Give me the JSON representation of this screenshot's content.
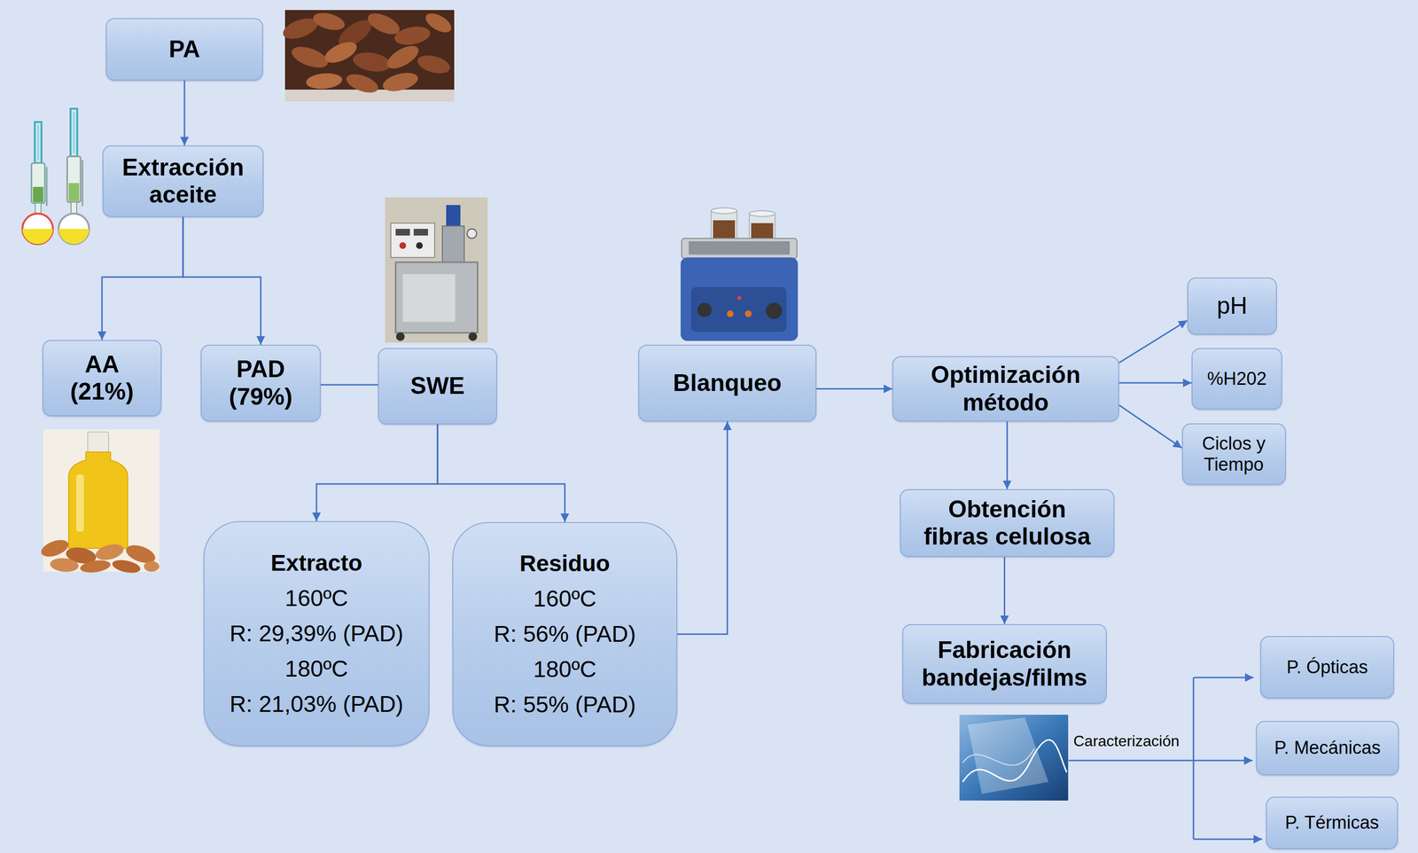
{
  "diagram": {
    "nodes": [
      {
        "text": [
          "PA"
        ]
      },
      {
        "text": [
          "Extracción aceite"
        ]
      },
      {
        "text": [
          "AA (21%)"
        ]
      },
      {
        "text": [
          "PAD (79%)"
        ]
      },
      {
        "text": [
          "SWE"
        ]
      },
      {
        "text": [
          "Extracto",
          "160ºC",
          "R: 29,39% (PAD)",
          "180ºC",
          "R: 21,03% (PAD)"
        ]
      },
      {
        "text": [
          "Residuo",
          "160ºC",
          "R: 56% (PAD)",
          "180ºC",
          "R: 55% (PAD)"
        ]
      },
      {
        "text": [
          "Blanqueo"
        ]
      },
      {
        "text": [
          "Optimización método"
        ]
      },
      {
        "text": [
          "pH"
        ]
      },
      {
        "text": [
          "%H202"
        ]
      },
      {
        "text": [
          "Ciclos y Tiempo"
        ]
      },
      {
        "text": [
          "Obtención fibras celulosa"
        ]
      },
      {
        "text": [
          "Fabricación bandejas/films"
        ]
      },
      {
        "text": [
          "P. Ópticas"
        ]
      },
      {
        "text": [
          "P. Mecánicas"
        ]
      },
      {
        "text": [
          "P. Térmicas"
        ]
      }
    ],
    "edges": [
      {
        "from": 0,
        "to": 1,
        "arrow": "to"
      },
      {
        "from": 1,
        "to": 2,
        "arrow": "to"
      },
      {
        "from": 1,
        "to": 3,
        "arrow": "to"
      },
      {
        "from": 3,
        "to": 4,
        "arrow": "none"
      },
      {
        "from": 4,
        "to": 5,
        "arrow": "to"
      },
      {
        "from": 4,
        "to": 6,
        "arrow": "to"
      },
      {
        "from": 6,
        "to": 7,
        "arrow": "to"
      },
      {
        "from": 7,
        "to": 8,
        "arrow": "to"
      },
      {
        "from": 8,
        "to": 9,
        "arrow": "to"
      },
      {
        "from": 8,
        "to": 10,
        "arrow": "to"
      },
      {
        "from": 8,
        "to": 11,
        "arrow": "to"
      },
      {
        "from": 8,
        "to": 12,
        "arrow": "to"
      },
      {
        "from": 12,
        "to": 13,
        "arrow": "to"
      }
    ],
    "labels": [
      "Caracterización"
    ]
  }
}
